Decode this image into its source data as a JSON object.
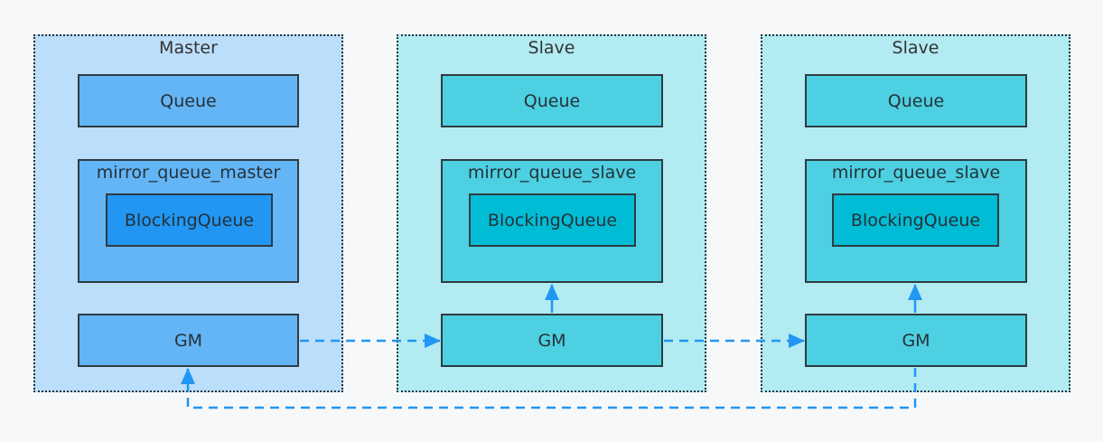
{
  "diagram": {
    "colors": {
      "master_group_bg": "#bbdefb",
      "slave_group_bg": "#b2ebf2",
      "master_box": "#64b5f6",
      "master_inner": "#2196f3",
      "slave_box": "#4dd0e1",
      "slave_inner": "#00bcd4",
      "edge": "#2196f3"
    },
    "groups": [
      {
        "title": "Master",
        "queue": "Queue",
        "sub_title": "mirror_queue_master",
        "inner": "BlockingQueue",
        "gm": "GM"
      },
      {
        "title": "Slave",
        "queue": "Queue",
        "sub_title": "mirror_queue_slave",
        "inner": "BlockingQueue",
        "gm": "GM"
      },
      {
        "title": "Slave",
        "queue": "Queue",
        "sub_title": "mirror_queue_slave",
        "inner": "BlockingQueue",
        "gm": "GM"
      }
    ]
  }
}
